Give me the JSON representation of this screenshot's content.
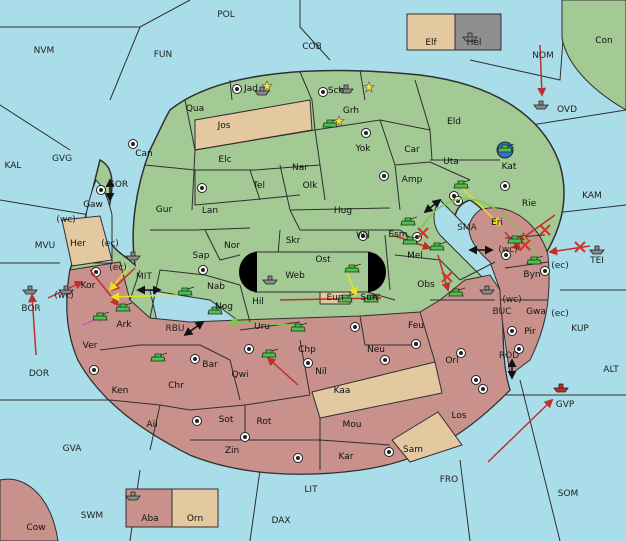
{
  "colors": {
    "sea": "#a9dde9",
    "green": "#a3c994",
    "red": "#c9918b",
    "tan": "#e4c8a0",
    "gray": "#8f8f8f",
    "border": "#2f2f2f",
    "move": "#c0302a",
    "support": "#f4f222",
    "convoy": "#d84fd0",
    "retreat": "#7ac94a"
  },
  "seas": [
    {
      "id": "POL",
      "label": "POL"
    },
    {
      "id": "NVM",
      "label": "NVM"
    },
    {
      "id": "FUN",
      "label": "FUN"
    },
    {
      "id": "COB",
      "label": "COB"
    },
    {
      "id": "NOM",
      "label": "NOM"
    },
    {
      "id": "OVD",
      "label": "OVD"
    },
    {
      "id": "KAL",
      "label": "KAL"
    },
    {
      "id": "GVG",
      "label": "GVG"
    },
    {
      "id": "GOR",
      "label": "GOR"
    },
    {
      "id": "MVU",
      "label": "MVU"
    },
    {
      "id": "MIT",
      "label": "MIT"
    },
    {
      "id": "RBU",
      "label": "RBU"
    },
    {
      "id": "BOR",
      "label": "BOR"
    },
    {
      "id": "DOR",
      "label": "DOR"
    },
    {
      "id": "SMA",
      "label": "SMA"
    },
    {
      "id": "KAM",
      "label": "KAM"
    },
    {
      "id": "TEI",
      "label": "TEI"
    },
    {
      "id": "BUC",
      "label": "BUC"
    },
    {
      "id": "KUP",
      "label": "KUP"
    },
    {
      "id": "ROD",
      "label": "ROD"
    },
    {
      "id": "ALT",
      "label": "ALT"
    },
    {
      "id": "GVP",
      "label": "GVP"
    },
    {
      "id": "GVA",
      "label": "GVA"
    },
    {
      "id": "FRO",
      "label": "FRO"
    },
    {
      "id": "SOM",
      "label": "SOM"
    },
    {
      "id": "LIT",
      "label": "LIT"
    },
    {
      "id": "SWM",
      "label": "SWM"
    },
    {
      "id": "DAX",
      "label": "DAX"
    }
  ],
  "lands": [
    {
      "id": "Jad",
      "label": "Jad"
    },
    {
      "id": "Sch",
      "label": "Sch"
    },
    {
      "id": "Qua",
      "label": "Qua"
    },
    {
      "id": "Jos",
      "label": "Jos"
    },
    {
      "id": "Grh",
      "label": "Grh"
    },
    {
      "id": "Eld",
      "label": "Eld"
    },
    {
      "id": "Can",
      "label": "Can"
    },
    {
      "id": "Elc",
      "label": "Elc"
    },
    {
      "id": "Nar",
      "label": "Nar"
    },
    {
      "id": "Yok",
      "label": "Yok"
    },
    {
      "id": "Car",
      "label": "Car"
    },
    {
      "id": "Uta",
      "label": "Uta"
    },
    {
      "id": "Tel",
      "label": "Tel"
    },
    {
      "id": "Olk",
      "label": "Olk"
    },
    {
      "id": "Amp",
      "label": "Amp"
    },
    {
      "id": "Kat",
      "label": "Kat"
    },
    {
      "id": "Gur",
      "label": "Gur"
    },
    {
      "id": "Lan",
      "label": "Lan"
    },
    {
      "id": "Hug",
      "label": "Hug"
    },
    {
      "id": "Gaw",
      "label": "Gaw"
    },
    {
      "id": "Nor",
      "label": "Nor"
    },
    {
      "id": "Wil",
      "label": "Wil"
    },
    {
      "id": "Esm",
      "label": "Esm"
    },
    {
      "id": "Rie",
      "label": "Rie"
    },
    {
      "id": "Eri",
      "label": "Eri"
    },
    {
      "id": "Her",
      "label": "Her"
    },
    {
      "id": "Sap",
      "label": "Sap"
    },
    {
      "id": "Skr",
      "label": "Skr"
    },
    {
      "id": "Ost",
      "label": "Ost"
    },
    {
      "id": "Web",
      "label": "Web"
    },
    {
      "id": "Mel",
      "label": "Mel"
    },
    {
      "id": "Byn",
      "label": "Byn"
    },
    {
      "id": "Kor",
      "label": "Kor"
    },
    {
      "id": "Nab",
      "label": "Nab"
    },
    {
      "id": "Eun",
      "label": "Eun"
    },
    {
      "id": "Sun",
      "label": "Sun"
    },
    {
      "id": "Obs",
      "label": "Obs"
    },
    {
      "id": "Hil",
      "label": "Hil"
    },
    {
      "id": "Ark",
      "label": "Ark"
    },
    {
      "id": "Nog",
      "label": "Nog"
    },
    {
      "id": "Feu",
      "label": "Feu"
    },
    {
      "id": "Uru",
      "label": "Uru"
    },
    {
      "id": "Gwa",
      "label": "Gwa"
    },
    {
      "id": "Pir",
      "label": "Pir"
    },
    {
      "id": "Ver",
      "label": "Ver"
    },
    {
      "id": "Chp",
      "label": "Chp"
    },
    {
      "id": "Neu",
      "label": "Neu"
    },
    {
      "id": "Orl",
      "label": "Orl"
    },
    {
      "id": "Bar",
      "label": "Bar"
    },
    {
      "id": "Qwi",
      "label": "Qwi"
    },
    {
      "id": "Nil",
      "label": "Nil"
    },
    {
      "id": "Ken",
      "label": "Ken"
    },
    {
      "id": "Chr",
      "label": "Chr"
    },
    {
      "id": "Kaa",
      "label": "Kaa"
    },
    {
      "id": "Ail",
      "label": "Ail"
    },
    {
      "id": "Sot",
      "label": "Sot"
    },
    {
      "id": "Rot",
      "label": "Rot"
    },
    {
      "id": "Mou",
      "label": "Mou"
    },
    {
      "id": "Los",
      "label": "Los"
    },
    {
      "id": "Zin",
      "label": "Zin"
    },
    {
      "id": "Kar",
      "label": "Kar"
    },
    {
      "id": "Sam",
      "label": "Sam"
    },
    {
      "id": "Elf",
      "label": "Elf"
    },
    {
      "id": "Hel",
      "label": "Hel"
    },
    {
      "id": "Con",
      "label": "Con"
    },
    {
      "id": "Aba",
      "label": "Aba"
    },
    {
      "id": "Orn",
      "label": "Orn"
    },
    {
      "id": "Cow",
      "label": "Cow"
    }
  ],
  "coast_labels": [
    "(wc)",
    "(ec)",
    "(ec)",
    "(wc)",
    "(wc)",
    "(ec)",
    "(wc)",
    "(ec)"
  ]
}
